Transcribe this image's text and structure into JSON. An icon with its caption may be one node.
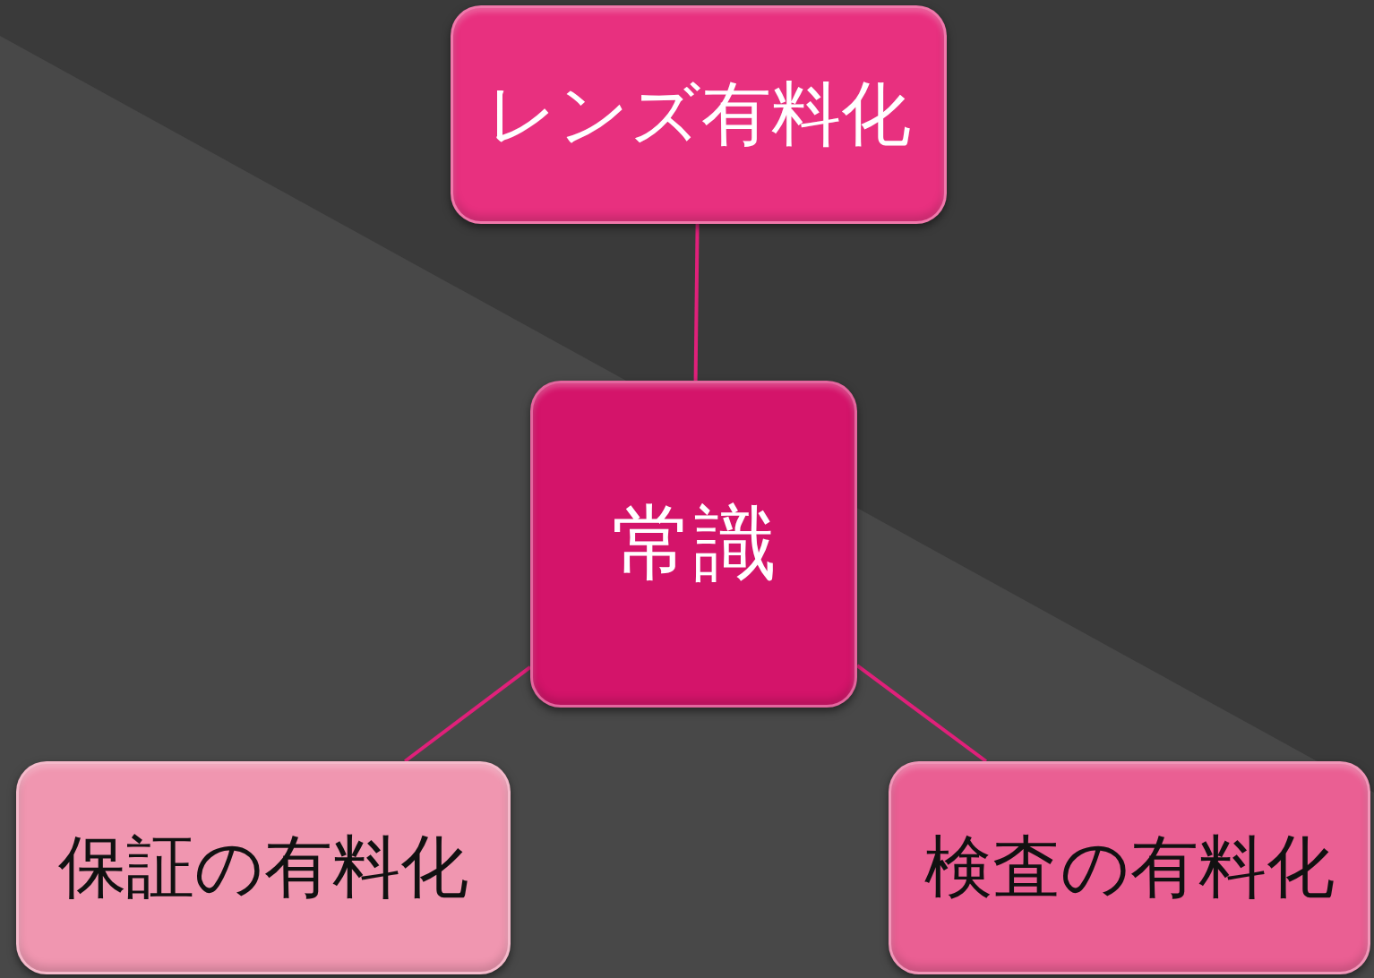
{
  "diagram": {
    "nodes": [
      {
        "text": [
          "レンズ有料化"
        ]
      },
      {
        "text": [
          "常識"
        ]
      },
      {
        "text": [
          "保証の有料化"
        ]
      },
      {
        "text": [
          "検査の有料化"
        ]
      }
    ],
    "edges": [
      {
        "from": 0,
        "to": 1,
        "arrow": "none"
      },
      {
        "from": 1,
        "to": 2,
        "arrow": "none"
      },
      {
        "from": 1,
        "to": 3,
        "arrow": "none"
      }
    ]
  }
}
